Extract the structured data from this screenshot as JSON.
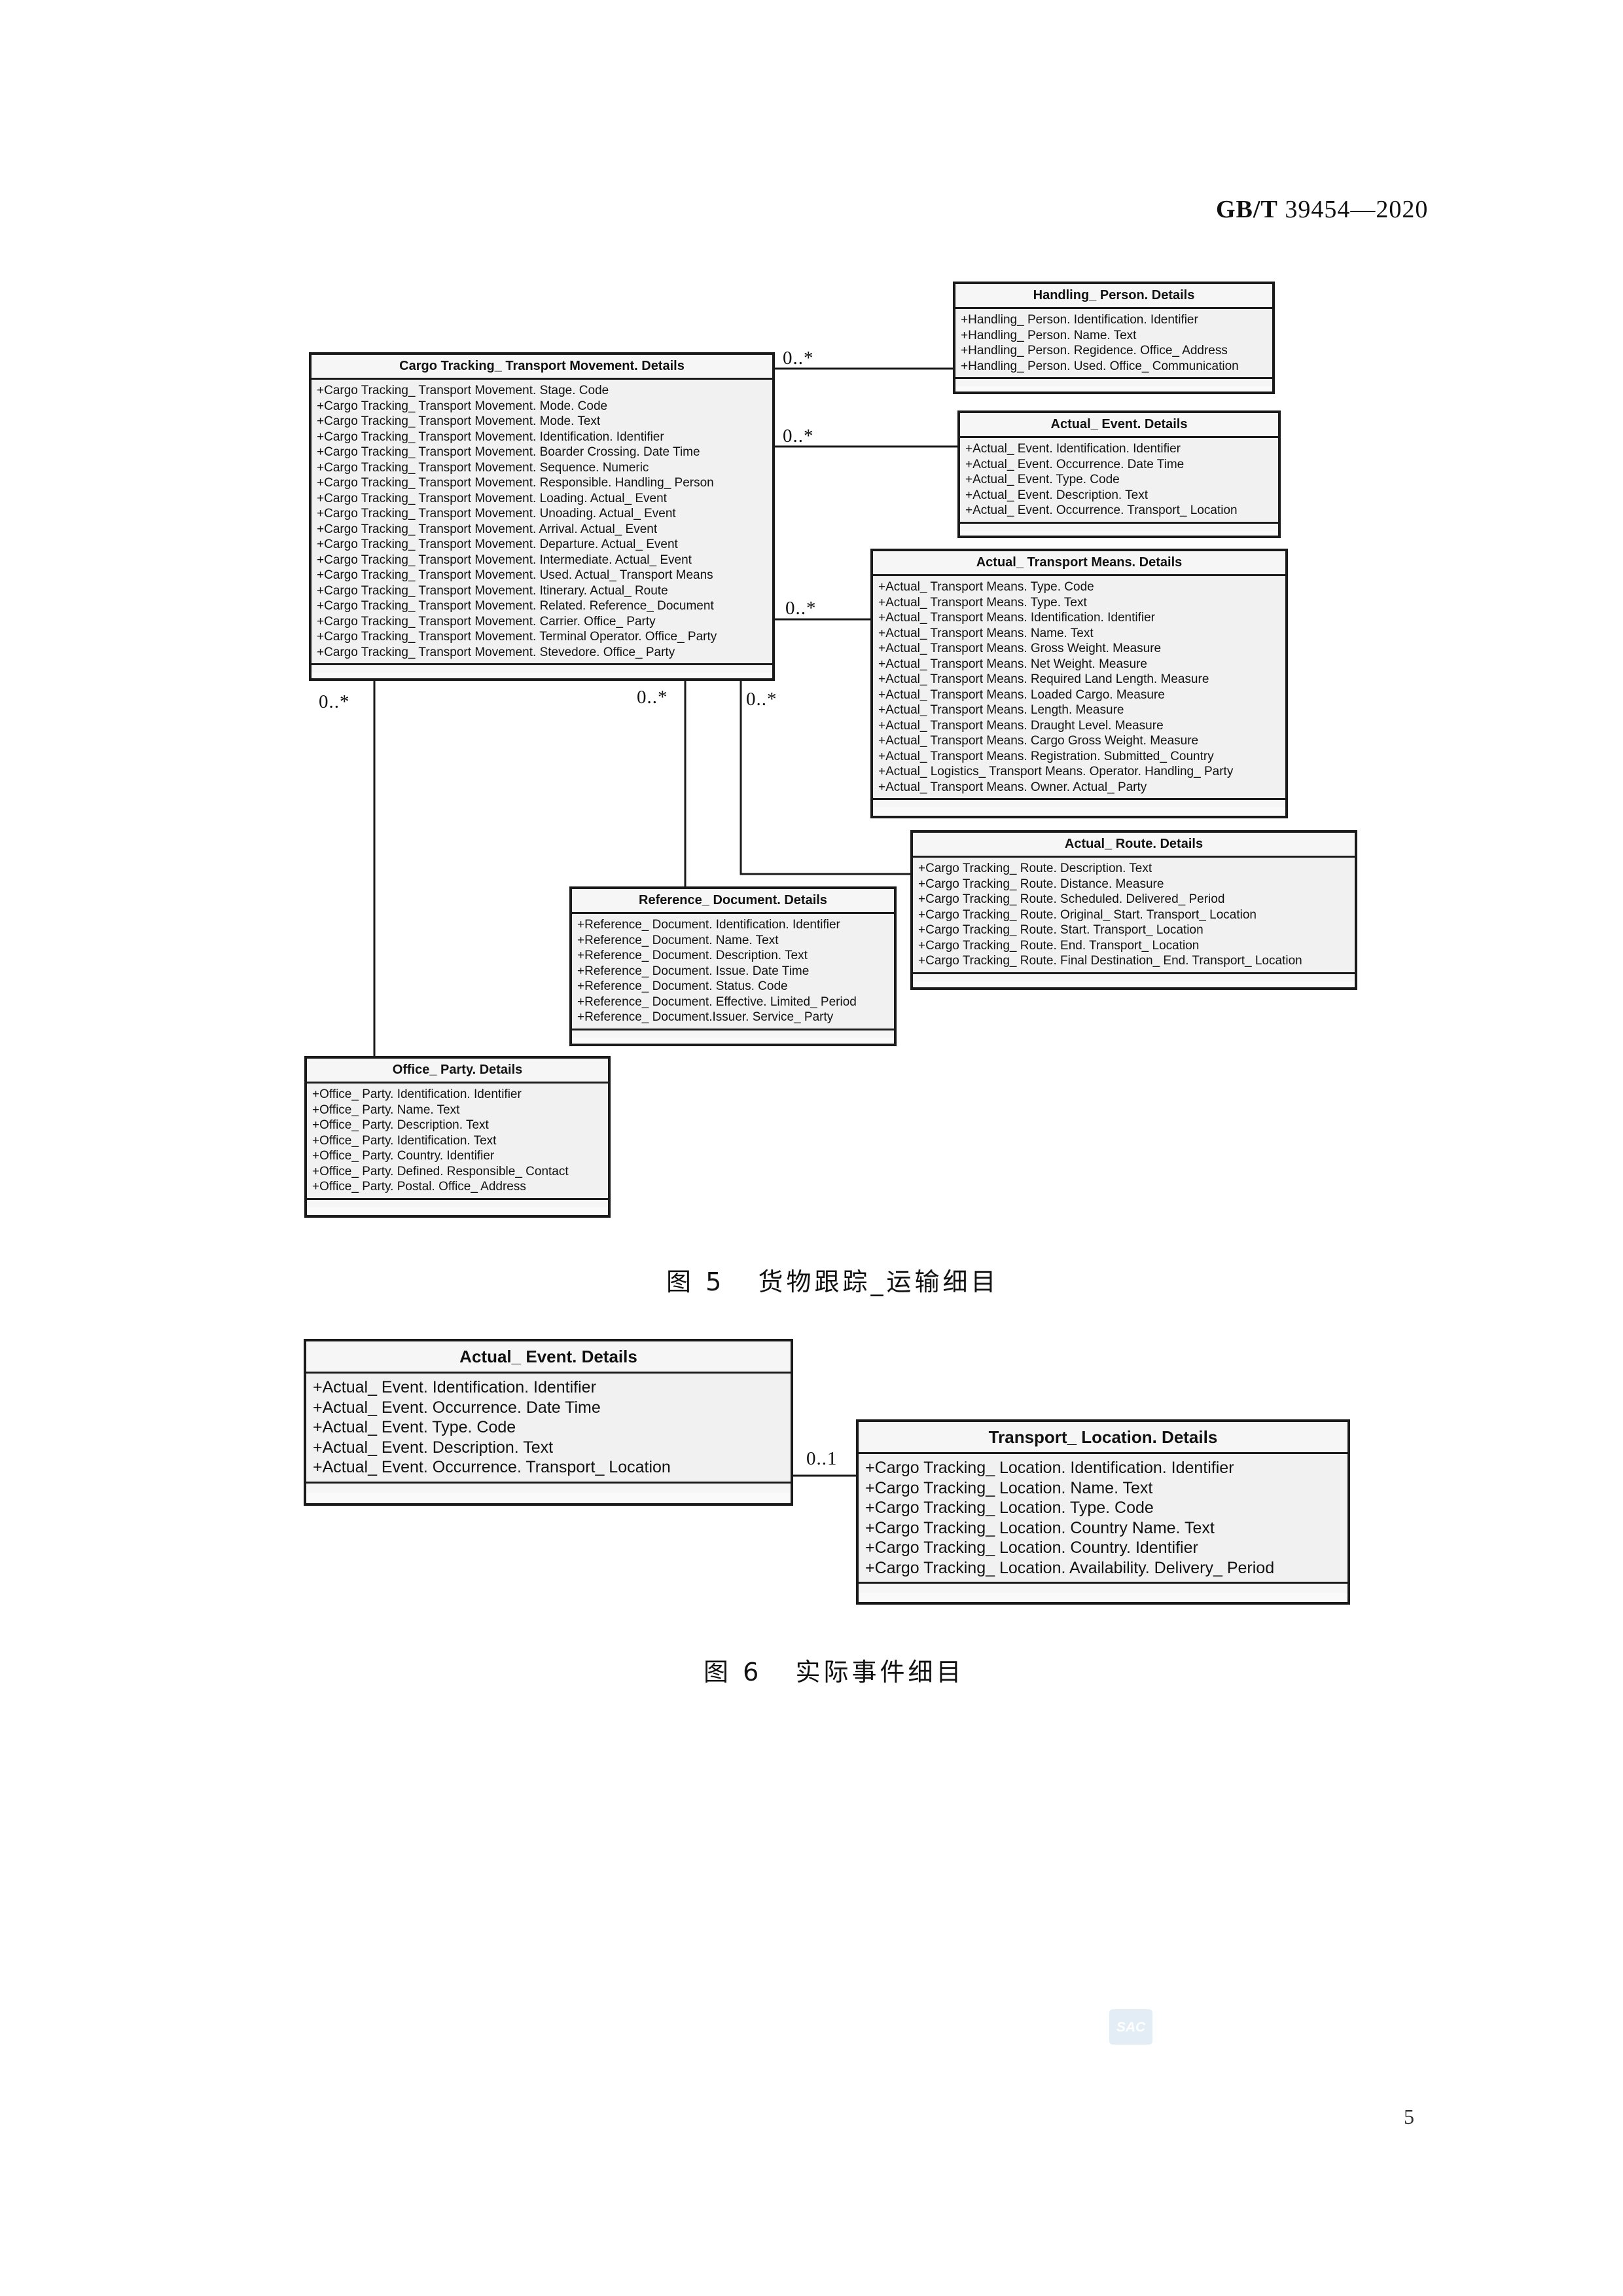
{
  "header": {
    "standard_code_prefix": "GB/T",
    "standard_code_rest": " 39454—2020"
  },
  "page_number": "5",
  "figure5": {
    "caption": "图 5   货物跟踪_运输细目",
    "classes": {
      "transport_movement": {
        "name": "Cargo Tracking_ Transport Movement. Details",
        "attributes": [
          "+Cargo Tracking_ Transport Movement. Stage. Code",
          "+Cargo Tracking_ Transport Movement. Mode. Code",
          "+Cargo Tracking_ Transport Movement. Mode. Text",
          "+Cargo Tracking_ Transport Movement. Identification. Identifier",
          "+Cargo Tracking_ Transport Movement. Boarder Crossing. Date Time",
          "+Cargo Tracking_ Transport Movement. Sequence. Numeric",
          "+Cargo Tracking_ Transport Movement. Responsible. Handling_ Person",
          "+Cargo Tracking_ Transport Movement. Loading. Actual_ Event",
          "+Cargo Tracking_ Transport Movement. Unoading. Actual_ Event",
          "+Cargo Tracking_ Transport Movement. Arrival. Actual_ Event",
          "+Cargo Tracking_ Transport Movement. Departure. Actual_ Event",
          "+Cargo Tracking_ Transport Movement. Intermediate. Actual_ Event",
          "+Cargo Tracking_ Transport Movement. Used. Actual_ Transport Means",
          "+Cargo Tracking_ Transport Movement. Itinerary. Actual_ Route",
          "+Cargo Tracking_ Transport Movement. Related. Reference_ Document",
          "+Cargo Tracking_ Transport Movement. Carrier. Office_ Party",
          "+Cargo Tracking_ Transport Movement. Terminal Operator. Office_ Party",
          "+Cargo Tracking_ Transport Movement. Stevedore. Office_ Party"
        ]
      },
      "handling_person": {
        "name": "Handling_ Person. Details",
        "attributes": [
          "+Handling_ Person. Identification. Identifier",
          "+Handling_ Person. Name. Text",
          "+Handling_ Person. Regidence. Office_ Address",
          "+Handling_ Person. Used. Office_ Communication"
        ]
      },
      "actual_event": {
        "name": "Actual_ Event. Details",
        "attributes": [
          "+Actual_ Event. Identification. Identifier",
          "+Actual_ Event. Occurrence. Date Time",
          "+Actual_  Event. Type. Code",
          "+Actual_ Event. Description. Text",
          "+Actual_ Event. Occurrence. Transport_ Location"
        ]
      },
      "transport_means": {
        "name": "Actual_ Transport Means. Details",
        "attributes": [
          "+Actual_ Transport Means. Type. Code",
          "+Actual_ Transport Means. Type. Text",
          "+Actual_ Transport Means. Identification. Identifier",
          "+Actual_ Transport Means. Name. Text",
          "+Actual_ Transport Means. Gross Weight. Measure",
          "+Actual_ Transport Means. Net Weight. Measure",
          "+Actual_ Transport Means. Required Land Length. Measure",
          "+Actual_ Transport Means. Loaded Cargo. Measure",
          "+Actual_ Transport Means. Length. Measure",
          "+Actual_ Transport Means. Draught Level. Measure",
          "+Actual_ Transport Means. Cargo Gross Weight. Measure",
          "+Actual_ Transport Means. Registration. Submitted_ Country",
          "+Actual_ Logistics_ Transport Means. Operator. Handling_ Party",
          "+Actual_ Transport Means. Owner. Actual_ Party"
        ]
      },
      "actual_route": {
        "name": "Actual_ Route. Details",
        "attributes": [
          "+Cargo Tracking_ Route. Description. Text",
          "+Cargo Tracking_ Route. Distance. Measure",
          "+Cargo Tracking_ Route. Scheduled. Delivered_ Period",
          "+Cargo Tracking_ Route. Original_ Start. Transport_ Location",
          "+Cargo Tracking_ Route. Start. Transport_ Location",
          "+Cargo Tracking_ Route. End. Transport_ Location",
          "+Cargo Tracking_ Route. Final Destination_ End. Transport_ Location"
        ]
      },
      "reference_document": {
        "name": "Reference_ Document. Details",
        "attributes": [
          "+Reference_ Document. Identification. Identifier",
          "+Reference_ Document. Name. Text",
          "+Reference_ Document. Description. Text",
          "+Reference_ Document. Issue. Date Time",
          "+Reference_ Document. Status. Code",
          "+Reference_ Document. Effective. Limited_ Period",
          "+Reference_ Document.Issuer. Service_ Party"
        ]
      },
      "office_party": {
        "name": "Office_ Party. Details",
        "attributes": [
          "+Office_ Party. Identification. Identifier",
          "+Office_ Party. Name. Text",
          "+Office_ Party. Description. Text",
          "+Office_ Party. Identification. Text",
          "+Office_ Party. Country. Identifier",
          "+Office_ Party. Defined. Responsible_ Contact",
          "+Office_ Party. Postal. Office_ Address"
        ]
      }
    },
    "multiplicities": {
      "to_handling_person": "0..*",
      "to_actual_event": "0..*",
      "to_transport_means": "0..*",
      "to_office_party": "0..*",
      "to_reference_document": "0..*",
      "to_actual_route": "0..*"
    }
  },
  "figure6": {
    "caption": "图 6   实际事件细目",
    "classes": {
      "actual_event": {
        "name": "Actual_ Event. Details",
        "attributes": [
          "+Actual_ Event. Identification. Identifier",
          "+Actual_ Event. Occurrence. Date Time",
          "+Actual_  Event. Type. Code",
          "+Actual_ Event. Description. Text",
          "+Actual_ Event. Occurrence. Transport_ Location"
        ]
      },
      "transport_location": {
        "name": "Transport_ Location. Details",
        "attributes": [
          "+Cargo Tracking_ Location. Identification. Identifier",
          "+Cargo Tracking_ Location. Name. Text",
          "+Cargo Tracking_ Location. Type. Code",
          "+Cargo Tracking_ Location. Country Name. Text",
          "+Cargo Tracking_ Location. Country. Identifier",
          "+Cargo Tracking_  Location. Availability. Delivery_ Period"
        ]
      }
    },
    "multiplicities": {
      "event_to_location": "0..1"
    }
  },
  "watermark": {
    "name": "sac-logo-icon"
  }
}
